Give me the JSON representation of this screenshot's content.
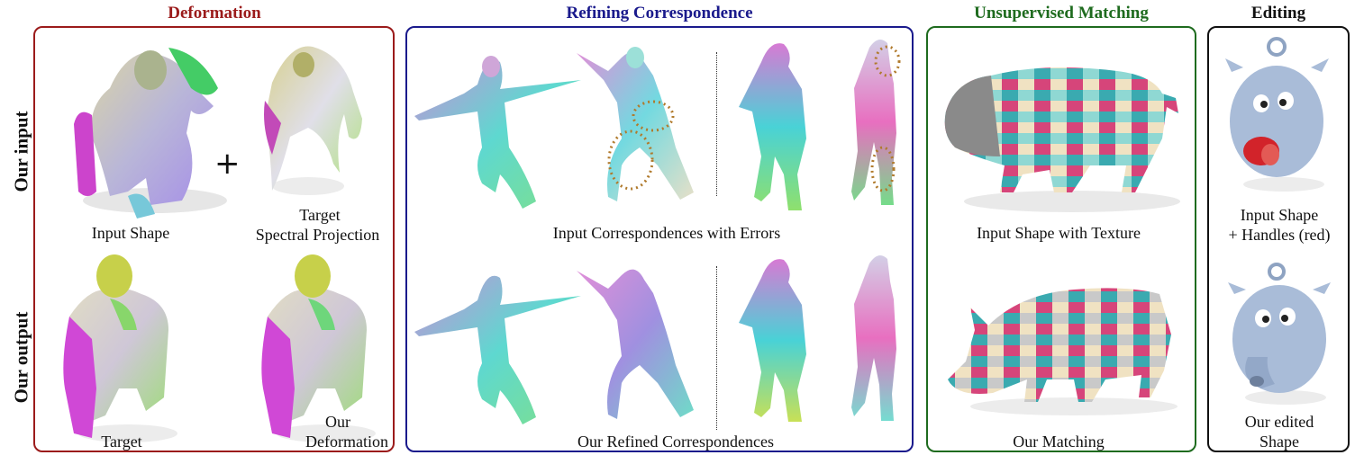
{
  "row_labels": {
    "input": "Our input",
    "output": "Our output"
  },
  "sections": {
    "deformation": {
      "title": "Deformation",
      "color": "#9b1b1b",
      "top_left_caption": "Input Shape",
      "top_right_caption": [
        "Target",
        "Spectral Projection"
      ],
      "bottom_left_caption": "Target",
      "bottom_right_caption": [
        "Our",
        "Deformation"
      ],
      "plus_sign": "+"
    },
    "refining": {
      "title": "Refining Correspondence",
      "color": "#1a1a8c",
      "top_caption": "Input Correspondences with Errors",
      "bottom_caption": "Our Refined Correspondences"
    },
    "matching": {
      "title": "Unsupervised Matching",
      "color": "#1e6b1e",
      "top_caption": "Input Shape with Texture",
      "bottom_caption": "Our Matching"
    },
    "editing": {
      "title": "Editing",
      "color": "#111111",
      "top_caption": [
        "Input Shape",
        "+ Handles (red)"
      ],
      "bottom_caption": [
        "Our edited",
        "Shape"
      ]
    }
  }
}
